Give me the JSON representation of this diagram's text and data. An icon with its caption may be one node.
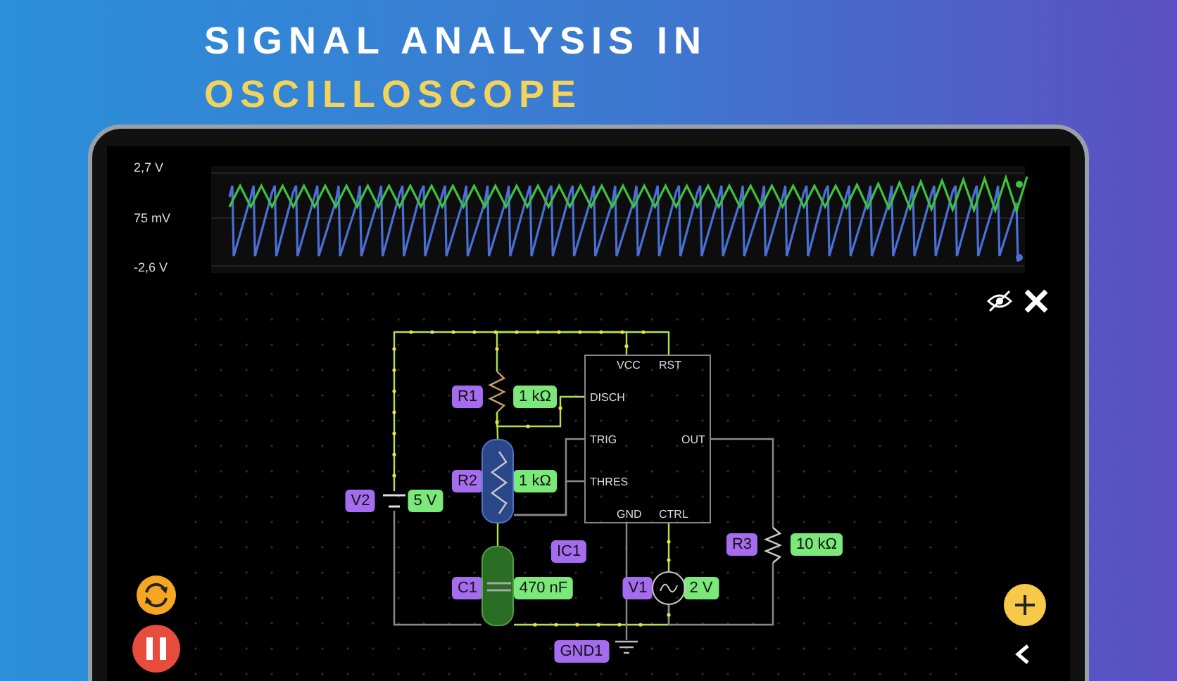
{
  "diagram": {
    "title": "SIGNAL ANALYSIS IN OSCILLOSCOPE",
    "nodes": [
      {
        "text": [
          "VCC",
          "RST",
          "DISCH",
          "TRIG",
          "OUT",
          "THRES",
          "GND",
          "CTRL"
        ]
      },
      {
        "text": [
          "R1"
        ]
      },
      {
        "text": [
          "1 kΩ"
        ]
      },
      {
        "text": [
          "R2"
        ]
      },
      {
        "text": [
          "1 kΩ"
        ]
      },
      {
        "text": [
          "V2"
        ]
      },
      {
        "text": [
          "5 V"
        ]
      },
      {
        "text": [
          "R3"
        ]
      },
      {
        "text": [
          "10 kΩ"
        ]
      },
      {
        "text": [
          "IC1"
        ]
      },
      {
        "text": [
          "C1"
        ]
      },
      {
        "text": [
          "470 nF"
        ]
      },
      {
        "text": [
          "V1"
        ]
      },
      {
        "text": [
          "2 V"
        ]
      },
      {
        "text": [
          "GND1"
        ]
      },
      {
        "text": [],
        "shape": "battery"
      },
      {
        "text": [],
        "shape": "resistor"
      },
      {
        "text": [],
        "shape": "resistor"
      },
      {
        "text": [],
        "shape": "capacitor"
      },
      {
        "text": [],
        "shape": "circle"
      },
      {
        "text": [],
        "shape": "resistor"
      },
      {
        "text": [],
        "shape": "ground"
      }
    ],
    "edges": [
      {
        "from": 15,
        "to": 0,
        "arrow": "none"
      },
      {
        "from": 16,
        "to": 0,
        "arrow": "none"
      },
      {
        "from": 16,
        "to": 17,
        "arrow": "none"
      },
      {
        "from": 16,
        "to": 0,
        "arrow": "none"
      },
      {
        "from": 17,
        "to": 18,
        "arrow": "none"
      },
      {
        "from": 17,
        "to": 0,
        "arrow": "none",
        "color": "#8a8a8a"
      },
      {
        "from": 17,
        "to": 0,
        "arrow": "none",
        "color": "#8a8a8a"
      },
      {
        "from": 15,
        "to": 18,
        "arrow": "none",
        "color": "#8a8a8a"
      },
      {
        "from": 18,
        "to": 19,
        "arrow": "none"
      },
      {
        "from": 0,
        "to": 19,
        "arrow": "none"
      },
      {
        "from": 0,
        "to": 20,
        "arrow": "none",
        "color": "#8a8a8a"
      },
      {
        "from": 19,
        "to": 20,
        "arrow": "none",
        "color": "#8a8a8a"
      },
      {
        "from": 0,
        "to": 21,
        "arrow": "none",
        "color": "#8a8a8a"
      }
    ],
    "labels": [
      "2,7 V",
      "75 mV",
      "-2,6 V"
    ]
  }
}
